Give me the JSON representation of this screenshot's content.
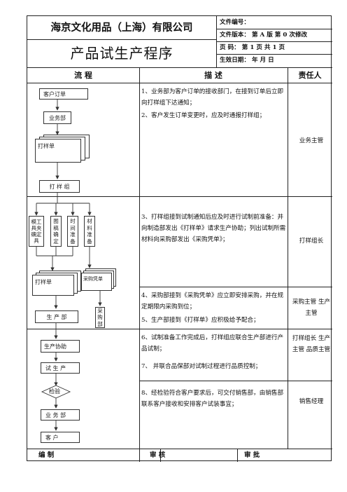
{
  "header": {
    "company": "海京文化用品（上海）有限公司",
    "doc_title": "产品试生产程序",
    "doc_no": "文件编号：",
    "version": "文件版本： 第 A 版   第 0 次修改",
    "page": "页    码： 第 1 页    共  1  页",
    "effective": "生效日期：      年      月      日"
  },
  "columns": {
    "flow": "流      程",
    "desc": "描      述",
    "owner": "责任人"
  },
  "flow": {
    "customer_order": "客户订单",
    "sales_dept": "业务部",
    "proto_form_1": "打样单",
    "proto_group": "打 样 组",
    "mold_jig": "模工具夹确定具",
    "drawing": "图稿确定",
    "timing": "时间准备",
    "material": "材料准备",
    "proto_form_2": "打样单",
    "purchase_voucher": "采购凭单",
    "production_dept": "生 产 部",
    "purchasing_dept": "采购部",
    "production_assist": "生产协助",
    "trial_production": "试 生 产",
    "inspection": "检验",
    "sales_dept_2": "业 务 部",
    "customer": "客      户"
  },
  "descriptions": {
    "d1": "1、业务部为客户订单的接收部门，在接到订单后立即向打样组下达通知；",
    "d2": "2、客户发生订单变更时，应及时通报打样组；",
    "d3": "3、打样组接到试制通知后应及时进行试制前准备：并向制造部发出《打样单》请求生产协助；列出试制所需材料向采购部发出《采购凭单》；",
    "d4": "4、采购部接到《采购凭单》应立即安排采购，并在规定期限内采购到位；",
    "d5": "5、生产部接到《打样单》应积极给予配合；",
    "d6": "6、试制准备工作完成后，打样组应联合生产部进行产品试制；",
    "d7": "7、   并联合品保部对试制过程进行品质控制；",
    "d8": "8、经检验符合客户要求后，可交付销售部，由销售部联系客户接收和安排客户试装事宜；"
  },
  "owners": {
    "o1": "业务主管",
    "o2": "打样组长",
    "o3": "采购主管 生产主管",
    "o4": "打样组长 生产主管 品质主管",
    "o5": "销售经理"
  },
  "footer": {
    "prepared": "编 制",
    "reviewed": "审 核",
    "approved": "审 批"
  }
}
